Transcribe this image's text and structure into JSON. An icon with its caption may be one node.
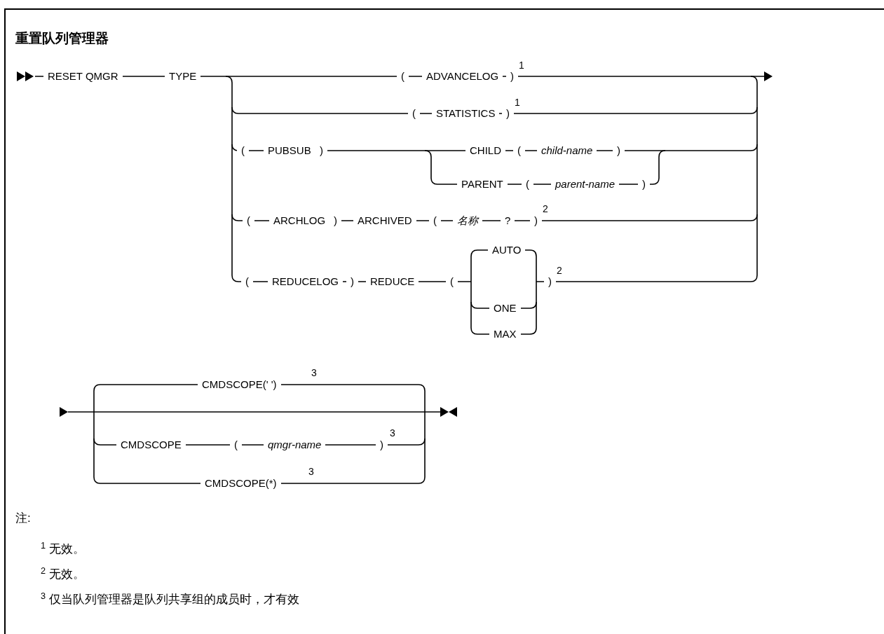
{
  "diagram": {
    "title": "重置队列管理器",
    "labels": [
      "RESET QMGR",
      "TYPE",
      "(",
      "ADVANCELOG",
      ")",
      "1",
      "(",
      "STATISTICS",
      ")",
      "1",
      "(",
      "PUBSUB",
      ")",
      "CHILD",
      "(",
      "child-name",
      ")",
      "PARENT",
      "(",
      "parent-name",
      ")",
      "(",
      "ARCHLOG",
      ")",
      "ARCHIVED",
      "(",
      "名称",
      "?",
      ")",
      "2",
      "AUTO",
      "(",
      "REDUCELOG",
      ")",
      "REDUCE",
      "(",
      ")",
      "2",
      "ONE",
      "MAX",
      "CMDSCOPE(' ')",
      "3",
      "CMDSCOPE",
      "(",
      "qmgr-name",
      ")",
      "3",
      "CMDSCOPE(*)",
      "3",
      "注:",
      "$^{1}$ 无效。",
      "$^{2}$ 无效。",
      "$^{3}$ 仅当队列管理器是队列共享组的成员时，才有效"
    ]
  }
}
